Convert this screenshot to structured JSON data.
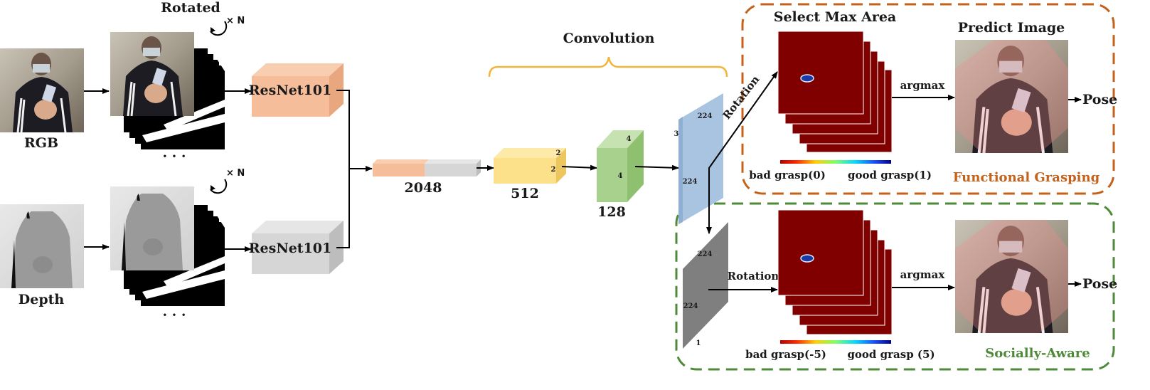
{
  "colors": {
    "functional_box": "#c4621b",
    "social_box": "#4f8a3a",
    "resnet_rgb": "#f6bd9a",
    "resnet_depth": "#d6d6d6",
    "block512": "#fde08a",
    "block128": "#a9d18e",
    "block224": "#a8c4e0",
    "grey_plane": "#7f7f7f",
    "heatmap": "#800000",
    "convolution_brace": "#f3b43c"
  },
  "icons": {
    "rotate": "circular-arrow-icon",
    "arrows": "arrow-right-icon"
  },
  "labels": {
    "rotated": "Rotated",
    "times_n_top": "× N",
    "times_n_bottom": "× N",
    "rgb": "RGB",
    "depth": "Depth",
    "dots_top": "· · ·",
    "dots_bottom": "· · ·",
    "resnet_top": "ResNet101",
    "resnet_bottom": "ResNet101",
    "convolution": "Convolution",
    "dim_2048": "2048",
    "dim_512": "512",
    "dim_128": "128",
    "block512_d1": "2",
    "block512_d2": "2",
    "block128_d1": "4",
    "block128_d2": "4",
    "block224_depth": "3",
    "block224_w": "224",
    "block224_h": "224",
    "grey_w": "224",
    "grey_h": "224",
    "grey_depth": "1",
    "rotation_diag": "Rotation",
    "rotation_bottom": "Rotation",
    "select_max_area": "Select Max Area",
    "predict_image": "Predict Image",
    "argmax_top": "argmax",
    "argmax_bottom": "argmax",
    "pose_top": "Pose",
    "pose_bottom": "Pose",
    "bad_grasp_top": "bad grasp(0)",
    "good_grasp_top": "good grasp(1)",
    "bad_grasp_bottom": "bad grasp(-5)",
    "good_grasp_bottom": "good grasp (5)",
    "functional_grasping": "Functional Grasping",
    "socially_aware": "Socially-Aware"
  }
}
